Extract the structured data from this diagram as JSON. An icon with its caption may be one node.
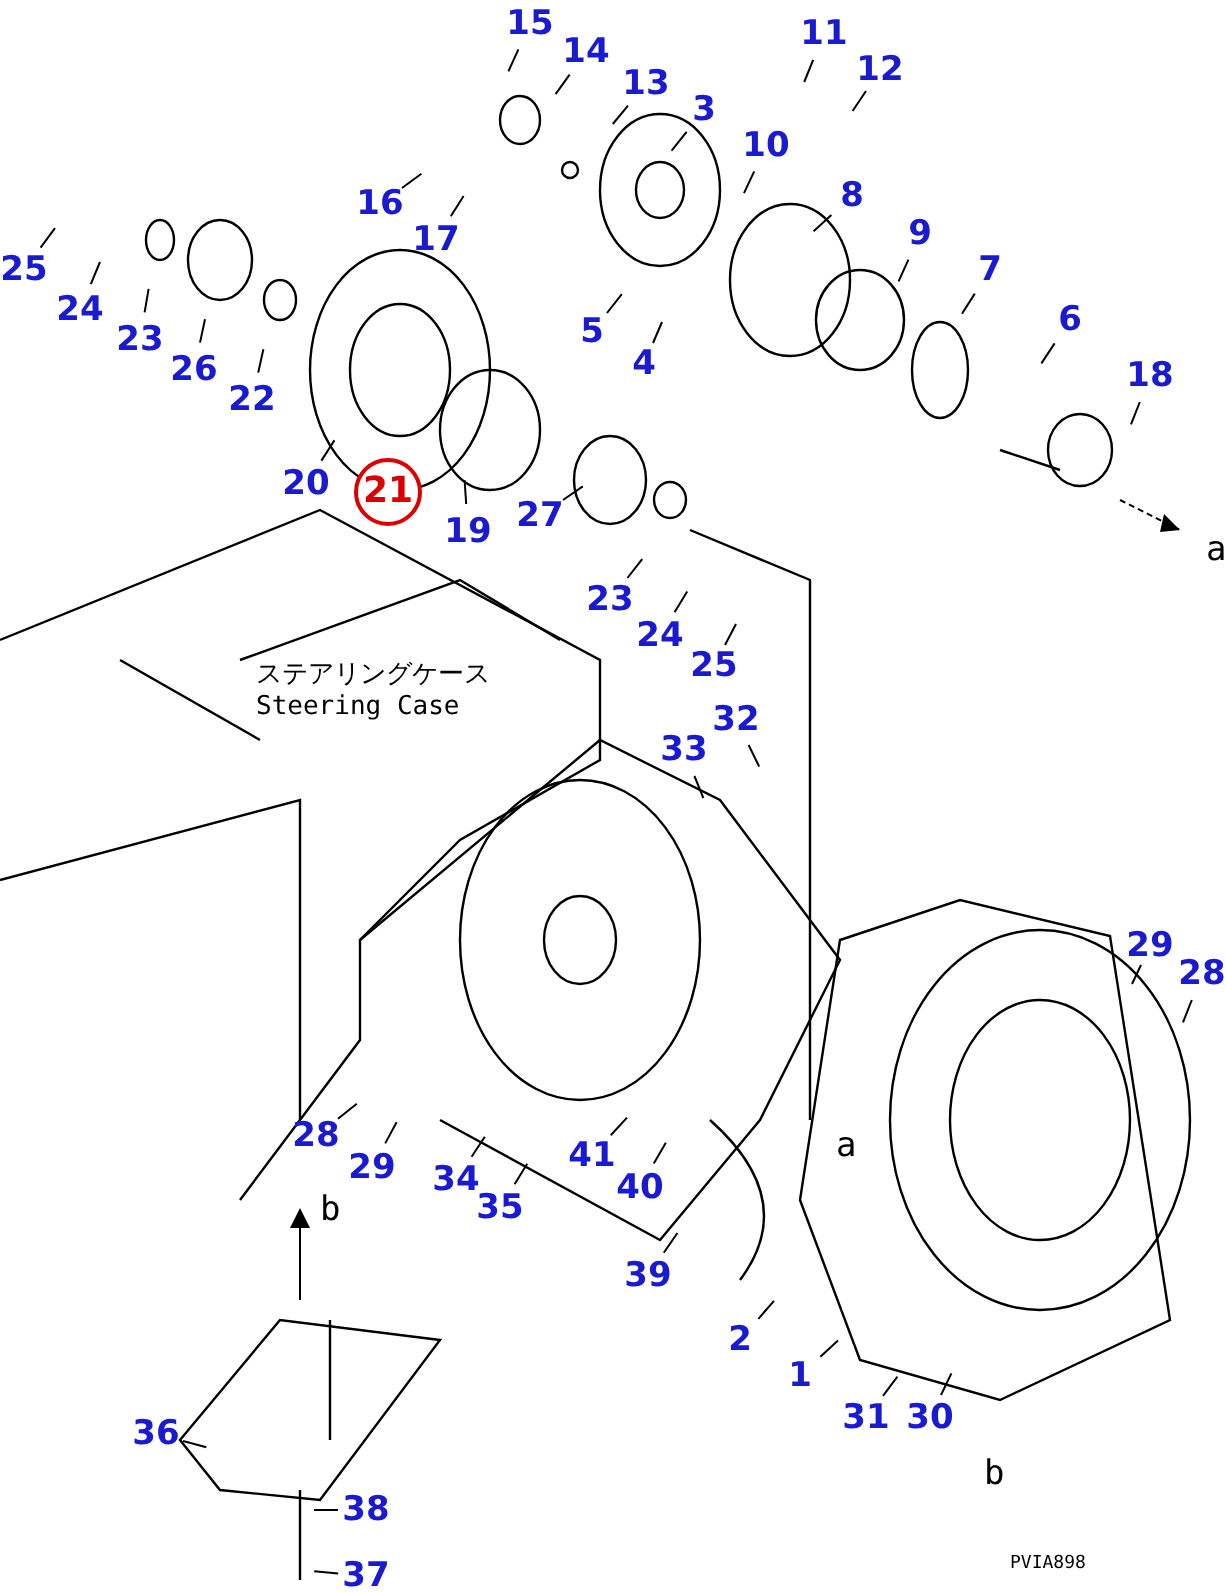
{
  "diagram": {
    "nodes": [
      {
        "text": [
          "15"
        ]
      },
      {
        "text": [
          "14"
        ]
      },
      {
        "text": [
          "13"
        ]
      },
      {
        "text": [
          "11"
        ]
      },
      {
        "text": [
          "12"
        ]
      },
      {
        "text": [
          "3"
        ]
      },
      {
        "text": [
          "10"
        ]
      },
      {
        "text": [
          "8"
        ]
      },
      {
        "text": [
          "16"
        ]
      },
      {
        "text": [
          "17"
        ]
      },
      {
        "text": [
          "9"
        ]
      },
      {
        "text": [
          "25"
        ]
      },
      {
        "text": [
          "24"
        ]
      },
      {
        "text": [
          "23"
        ]
      },
      {
        "text": [
          "26"
        ]
      },
      {
        "text": [
          "22"
        ]
      },
      {
        "text": [
          "5"
        ]
      },
      {
        "text": [
          "4"
        ]
      },
      {
        "text": [
          "7"
        ]
      },
      {
        "text": [
          "6"
        ]
      },
      {
        "text": [
          "18"
        ]
      },
      {
        "text": [
          "20"
        ]
      },
      {
        "text": [
          "21"
        ]
      },
      {
        "text": [
          "19"
        ]
      },
      {
        "text": [
          "27"
        ]
      },
      {
        "text": [
          "23"
        ]
      },
      {
        "text": [
          "24"
        ]
      },
      {
        "text": [
          "25"
        ]
      },
      {
        "text": [
          "32"
        ]
      },
      {
        "text": [
          "33"
        ]
      },
      {
        "text": [
          "29"
        ]
      },
      {
        "text": [
          "28"
        ]
      },
      {
        "text": [
          "28"
        ]
      },
      {
        "text": [
          "29"
        ]
      },
      {
        "text": [
          "34"
        ]
      },
      {
        "text": [
          "35"
        ]
      },
      {
        "text": [
          "41"
        ]
      },
      {
        "text": [
          "40"
        ]
      },
      {
        "text": [
          "39"
        ]
      },
      {
        "text": [
          "2"
        ]
      },
      {
        "text": [
          "1"
        ]
      },
      {
        "text": [
          "31"
        ]
      },
      {
        "text": [
          "30"
        ]
      },
      {
        "text": [
          "36"
        ]
      },
      {
        "text": [
          "38"
        ]
      },
      {
        "text": [
          "37"
        ]
      }
    ],
    "edges": [
      {
        "from": 0,
        "to": null,
        "arrow": "none"
      },
      {
        "from": 1,
        "to": null,
        "arrow": "none"
      },
      {
        "from": 2,
        "to": null,
        "arrow": "none"
      },
      {
        "from": 3,
        "to": null,
        "arrow": "none"
      },
      {
        "from": 4,
        "to": null,
        "arrow": "none"
      },
      {
        "from": 5,
        "to": null,
        "arrow": "none"
      },
      {
        "from": 6,
        "to": null,
        "arrow": "none"
      },
      {
        "from": 7,
        "to": null,
        "arrow": "none"
      },
      {
        "from": 8,
        "to": null,
        "arrow": "none"
      },
      {
        "from": 9,
        "to": null,
        "arrow": "none"
      },
      {
        "from": 10,
        "to": null,
        "arrow": "none"
      },
      {
        "from": 11,
        "to": null,
        "arrow": "none"
      },
      {
        "from": 12,
        "to": null,
        "arrow": "none"
      },
      {
        "from": 13,
        "to": null,
        "arrow": "none"
      },
      {
        "from": 14,
        "to": null,
        "arrow": "none"
      },
      {
        "from": 15,
        "to": null,
        "arrow": "none"
      },
      {
        "from": 16,
        "to": null,
        "arrow": "none"
      },
      {
        "from": 17,
        "to": null,
        "arrow": "none"
      },
      {
        "from": 18,
        "to": null,
        "arrow": "none"
      },
      {
        "from": 19,
        "to": null,
        "arrow": "none"
      },
      {
        "from": 20,
        "to": null,
        "arrow": "none"
      },
      {
        "from": 21,
        "to": null,
        "arrow": "none"
      },
      {
        "from": 23,
        "to": null,
        "arrow": "none"
      },
      {
        "from": 24,
        "to": null,
        "arrow": "none"
      },
      {
        "from": 25,
        "to": null,
        "arrow": "none"
      },
      {
        "from": 26,
        "to": null,
        "arrow": "none"
      },
      {
        "from": 27,
        "to": null,
        "arrow": "none"
      },
      {
        "from": 28,
        "to": null,
        "arrow": "none"
      },
      {
        "from": 29,
        "to": null,
        "arrow": "none"
      },
      {
        "from": 30,
        "to": null,
        "arrow": "none"
      },
      {
        "from": 31,
        "to": null,
        "arrow": "none"
      },
      {
        "from": 32,
        "to": null,
        "arrow": "none"
      },
      {
        "from": 33,
        "to": null,
        "arrow": "none"
      },
      {
        "from": 34,
        "to": null,
        "arrow": "none"
      },
      {
        "from": 35,
        "to": null,
        "arrow": "none"
      },
      {
        "from": 36,
        "to": null,
        "arrow": "none"
      },
      {
        "from": 37,
        "to": null,
        "arrow": "none"
      },
      {
        "from": 38,
        "to": null,
        "arrow": "none"
      },
      {
        "from": 39,
        "to": null,
        "arrow": "none"
      },
      {
        "from": 40,
        "to": null,
        "arrow": "none"
      },
      {
        "from": 41,
        "to": null,
        "arrow": "none"
      },
      {
        "from": 42,
        "to": null,
        "arrow": "none"
      },
      {
        "from": 43,
        "to": null,
        "arrow": "none"
      },
      {
        "from": 44,
        "to": null,
        "arrow": "none"
      },
      {
        "from": 45,
        "to": null,
        "arrow": "none"
      }
    ],
    "labels": [
      "ステアリングケース",
      "Steering Case",
      "a",
      "a",
      "b",
      "b",
      "PVIA898"
    ]
  }
}
